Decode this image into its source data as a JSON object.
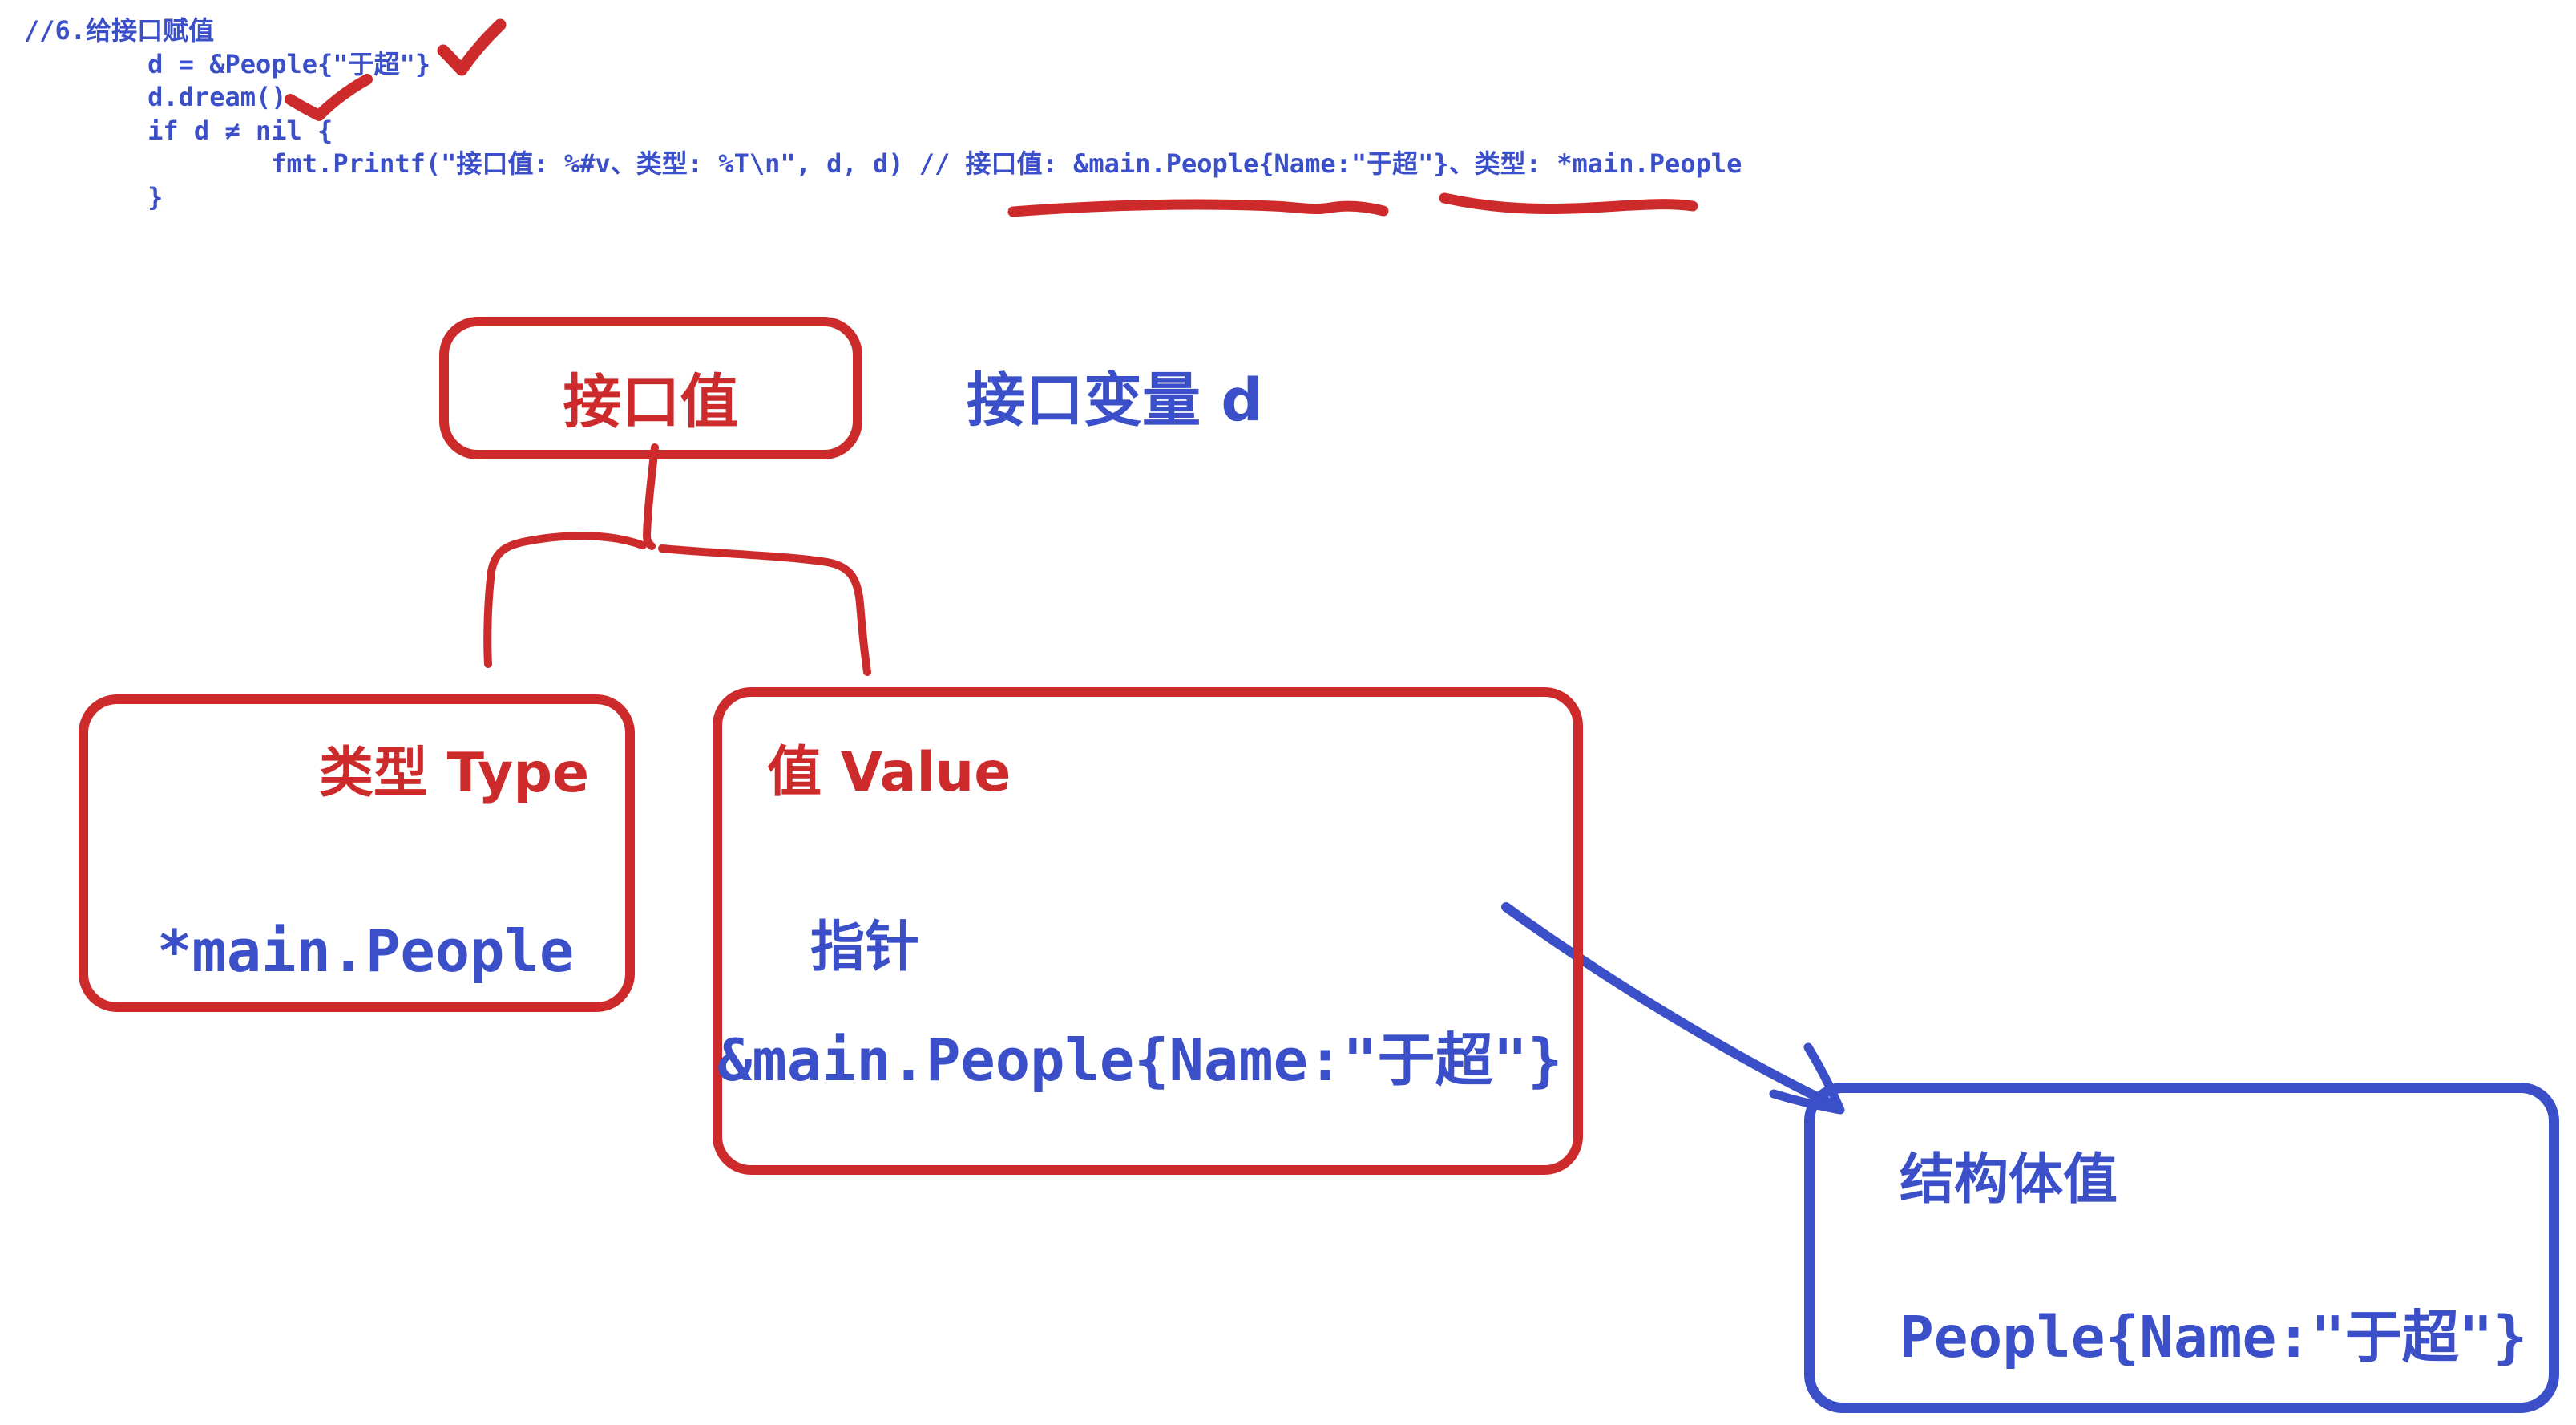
{
  "colors": {
    "red": "#cd2b2b",
    "blue": "#3a4fc8",
    "background": "#ffffff"
  },
  "code": {
    "lines": [
      "//6.给接口赋值",
      "        d = &People{\"于超\"}",
      "        d.dream()",
      "        if d ≠ nil {",
      "                fmt.Printf(\"接口值: %#v、类型: %T\\n\", d, d) // 接口值: &main.People{Name:\"于超\"}、类型: *main.People",
      "        }"
    ]
  },
  "icons": {
    "check_mark": "✓",
    "arrow_down_right": "↘"
  },
  "diagram": {
    "interface_box": {
      "label": "接口值"
    },
    "interface_variable": {
      "label": "接口变量 d"
    },
    "type_box": {
      "label": "类型 Type",
      "value": "*main.People"
    },
    "value_box": {
      "label": "值 Value",
      "kind": "指针",
      "value": "&main.People{Name:\"于超\"}"
    },
    "struct_box": {
      "label": "结构体值",
      "value": "People{Name:\"于超\"}"
    }
  }
}
